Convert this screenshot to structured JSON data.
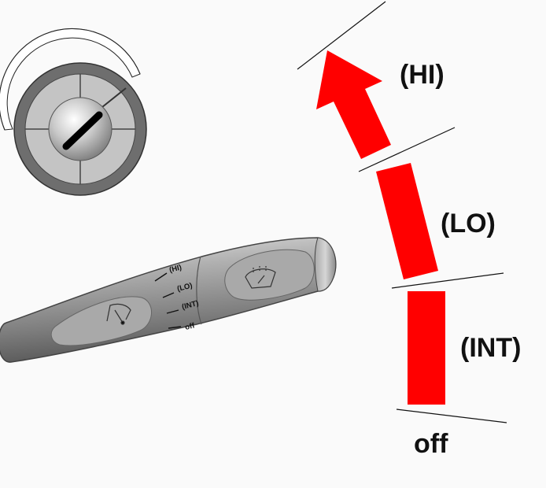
{
  "positions": {
    "hi": "(HI)",
    "lo": "(LO)",
    "int": "(INT)",
    "off": "off"
  },
  "stalk_labels": {
    "hi": "(HI)",
    "lo": "(LO)",
    "int": "(INT)",
    "off": "off"
  },
  "colors": {
    "arrow": "#ff0000",
    "stalk": "#8a8a8a",
    "ignition_ring": "#7a7a7a"
  },
  "icons": [
    "ignition-switch-icon",
    "wiper-icon",
    "washer-icon"
  ]
}
